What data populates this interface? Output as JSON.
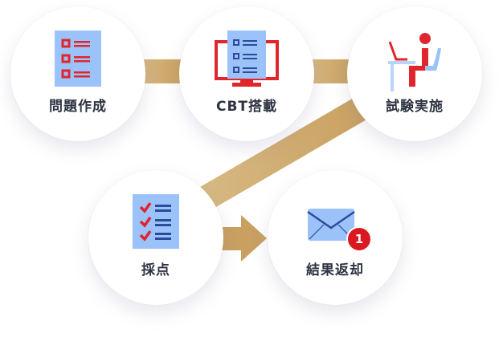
{
  "steps": [
    {
      "label": "問題作成",
      "icon": "question-list-icon"
    },
    {
      "label": "CBT搭載",
      "icon": "monitor-document-icon"
    },
    {
      "label": "試験実施",
      "icon": "person-at-desk-icon"
    },
    {
      "label": "採点",
      "icon": "checklist-icon"
    },
    {
      "label": "結果返却",
      "icon": "mail-notification-icon"
    }
  ],
  "badge": "1",
  "colors": {
    "connector": "#c9a060",
    "red": "#e0262c",
    "blue": "#8fb8f8",
    "navy": "#2e4a9a"
  }
}
